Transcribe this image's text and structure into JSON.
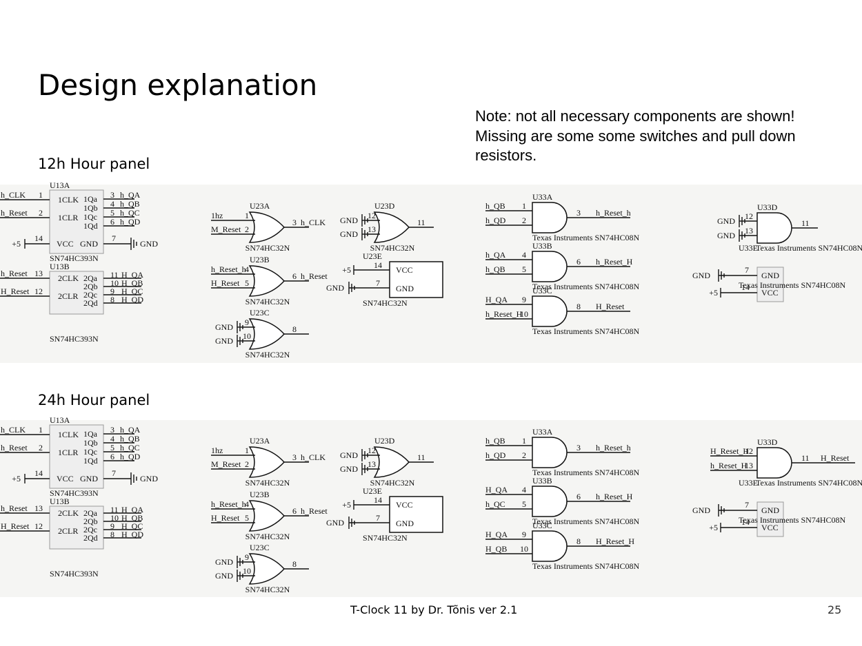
{
  "slide": {
    "title": "Design explanation",
    "note_lines": [
      "Note: not all necessary components are shown!",
      "Missing are some some switches and pull down",
      "resistors."
    ],
    "footer": "T-Clock 11 by Dr. Tõnis ver 2.1",
    "page_number": "25"
  },
  "panels": [
    {
      "label": "12h Hour panel",
      "counter": {
        "a": {
          "ref": "U13A",
          "part": "SN74HC393N",
          "in_pins": [
            "1CLK",
            "1CLR"
          ],
          "in_nums": [
            "1",
            "2"
          ],
          "in_nets": [
            "h_CLK",
            "h_Reset"
          ],
          "out_pins": [
            "1Qa",
            "1Qb",
            "1Qc",
            "1Qd"
          ],
          "out_nums": [
            "3",
            "4",
            "5",
            "6"
          ],
          "out_nets": [
            "h_QA",
            "h_QB",
            "h_QC",
            "h_QD"
          ],
          "vcc_pin": "VCC",
          "gnd_pin": "GND",
          "vcc_num": "14",
          "gnd_num": "7",
          "vcc_net": "+5",
          "gnd_net": "GND"
        },
        "b": {
          "ref": "U13B",
          "part": "SN74HC393N",
          "in_pins": [
            "2CLK",
            "2CLR"
          ],
          "in_nums": [
            "13",
            "12"
          ],
          "in_nets": [
            "h_Reset",
            "H_Reset"
          ],
          "out_pins": [
            "2Qa",
            "2Qb",
            "2Qc",
            "2Qd"
          ],
          "out_nums": [
            "11",
            "10",
            "9",
            "8"
          ],
          "out_nets": [
            "H_QA",
            "H_QB",
            "H_QC",
            "H_QD"
          ]
        }
      },
      "or_gates": [
        {
          "ref": "U23A",
          "part": "SN74HC32N",
          "in_nets": [
            "1hz",
            "M_Reset"
          ],
          "in_nums": [
            "1",
            "2"
          ],
          "out_num": "3",
          "out_net": "h_CLK"
        },
        {
          "ref": "U23B",
          "part": "SN74HC32N",
          "in_nets": [
            "h_Reset_h",
            "H_Reset"
          ],
          "in_nums": [
            "4",
            "5"
          ],
          "out_num": "6",
          "out_net": "h_Reset"
        },
        {
          "ref": "U23C",
          "part": "SN74HC32N",
          "in_nets": [
            "GND",
            "GND"
          ],
          "in_nums": [
            "9",
            "10"
          ],
          "out_num": "8",
          "out_net": ""
        },
        {
          "ref": "U23D",
          "part": "SN74HC32N",
          "in_nets": [
            "GND",
            "GND"
          ],
          "in_nums": [
            "12",
            "13"
          ],
          "out_num": "11",
          "out_net": ""
        }
      ],
      "or_power": {
        "ref": "U23E",
        "part": "SN74HC32N",
        "vcc_pin": "VCC",
        "gnd_pin": "GND",
        "vcc_num": "14",
        "gnd_num": "7",
        "vcc_net": "+5",
        "gnd_net": "GND"
      },
      "and_gates": [
        {
          "ref": "U33A",
          "part": "Texas Instruments SN74HC08N",
          "in_nets": [
            "h_QB",
            "h_QD"
          ],
          "in_nums": [
            "1",
            "2"
          ],
          "out_num": "3",
          "out_net": "h_Reset_h"
        },
        {
          "ref": "U33B",
          "part": "Texas Instruments SN74HC08N",
          "in_nets": [
            "h_QA",
            "h_QB"
          ],
          "in_nums": [
            "4",
            "5"
          ],
          "out_num": "6",
          "out_net": "h_Reset_H"
        },
        {
          "ref": "U33C",
          "part": "Texas Instruments SN74HC08N",
          "in_nets": [
            "H_QA",
            "h_Reset_H"
          ],
          "in_nums": [
            "9",
            "10"
          ],
          "out_num": "8",
          "out_net": "H_Reset"
        },
        {
          "ref": "U33D",
          "part": "Texas Instruments SN74HC08N",
          "in_nets": [
            "GND",
            "GND"
          ],
          "in_nums": [
            "12",
            "13"
          ],
          "out_num": "11",
          "out_net": ""
        }
      ],
      "and_power": {
        "ref": "U33E",
        "part": "Texas Instruments SN74HC08N",
        "gnd_pin": "GND",
        "vcc_pin": "VCC",
        "gnd_num": "7",
        "vcc_num": "14",
        "gnd_net": "GND",
        "vcc_net": "+5"
      }
    },
    {
      "label": "24h Hour panel",
      "counter": {
        "a": {
          "ref": "U13A",
          "part": "SN74HC393N",
          "in_pins": [
            "1CLK",
            "1CLR"
          ],
          "in_nums": [
            "1",
            "2"
          ],
          "in_nets": [
            "h_CLK",
            "h_Reset"
          ],
          "out_pins": [
            "1Qa",
            "1Qb",
            "1Qc",
            "1Qd"
          ],
          "out_nums": [
            "3",
            "4",
            "5",
            "6"
          ],
          "out_nets": [
            "h_QA",
            "h_QB",
            "h_QC",
            "h_QD"
          ],
          "vcc_pin": "VCC",
          "gnd_pin": "GND",
          "vcc_num": "14",
          "gnd_num": "7",
          "vcc_net": "+5",
          "gnd_net": "GND"
        },
        "b": {
          "ref": "U13B",
          "part": "SN74HC393N",
          "in_pins": [
            "2CLK",
            "2CLR"
          ],
          "in_nums": [
            "13",
            "12"
          ],
          "in_nets": [
            "h_Reset",
            "H_Reset"
          ],
          "out_pins": [
            "2Qa",
            "2Qb",
            "2Qc",
            "2Qd"
          ],
          "out_nums": [
            "11",
            "10",
            "9",
            "8"
          ],
          "out_nets": [
            "H_QA",
            "H_QB",
            "H_QC",
            "H_QD"
          ]
        }
      },
      "or_gates": [
        {
          "ref": "U23A",
          "part": "SN74HC32N",
          "in_nets": [
            "1hz",
            "M_Reset"
          ],
          "in_nums": [
            "1",
            "2"
          ],
          "out_num": "3",
          "out_net": "h_CLK"
        },
        {
          "ref": "U23B",
          "part": "SN74HC32N",
          "in_nets": [
            "h_Reset_h",
            "H_Reset"
          ],
          "in_nums": [
            "4",
            "5"
          ],
          "out_num": "6",
          "out_net": "h_Reset"
        },
        {
          "ref": "U23C",
          "part": "SN74HC32N",
          "in_nets": [
            "GND",
            "GND"
          ],
          "in_nums": [
            "9",
            "10"
          ],
          "out_num": "8",
          "out_net": ""
        },
        {
          "ref": "U23D",
          "part": "SN74HC32N",
          "in_nets": [
            "GND",
            "GND"
          ],
          "in_nums": [
            "12",
            "13"
          ],
          "out_num": "11",
          "out_net": ""
        }
      ],
      "or_power": {
        "ref": "U23E",
        "part": "SN74HC32N",
        "vcc_pin": "VCC",
        "gnd_pin": "GND",
        "vcc_num": "14",
        "gnd_num": "7",
        "vcc_net": "+5",
        "gnd_net": "GND"
      },
      "and_gates": [
        {
          "ref": "U33A",
          "part": "Texas Instruments SN74HC08N",
          "in_nets": [
            "h_QB",
            "h_QD"
          ],
          "in_nums": [
            "1",
            "2"
          ],
          "out_num": "3",
          "out_net": "h_Reset_h"
        },
        {
          "ref": "U33B",
          "part": "Texas Instruments SN74HC08N",
          "in_nets": [
            "H_QA",
            "h_QC"
          ],
          "in_nums": [
            "4",
            "5"
          ],
          "out_num": "6",
          "out_net": "h_Reset_H"
        },
        {
          "ref": "U33C",
          "part": "Texas Instruments SN74HC08N",
          "in_nets": [
            "H_QA",
            "H_QB"
          ],
          "in_nums": [
            "9",
            "10"
          ],
          "out_num": "8",
          "out_net": "H_Reset_H"
        },
        {
          "ref": "U33D",
          "part": "Texas Instruments SN74HC08N",
          "in_nets": [
            "H_Reset_H",
            "h_Reset_H"
          ],
          "in_nums": [
            "12",
            "13"
          ],
          "out_num": "11",
          "out_net": "H_Reset"
        }
      ],
      "and_power": {
        "ref": "U33E",
        "part": "Texas Instruments SN74HC08N",
        "gnd_pin": "GND",
        "vcc_pin": "VCC",
        "gnd_num": "7",
        "vcc_num": "14",
        "gnd_net": "GND",
        "vcc_net": "+5"
      }
    }
  ]
}
